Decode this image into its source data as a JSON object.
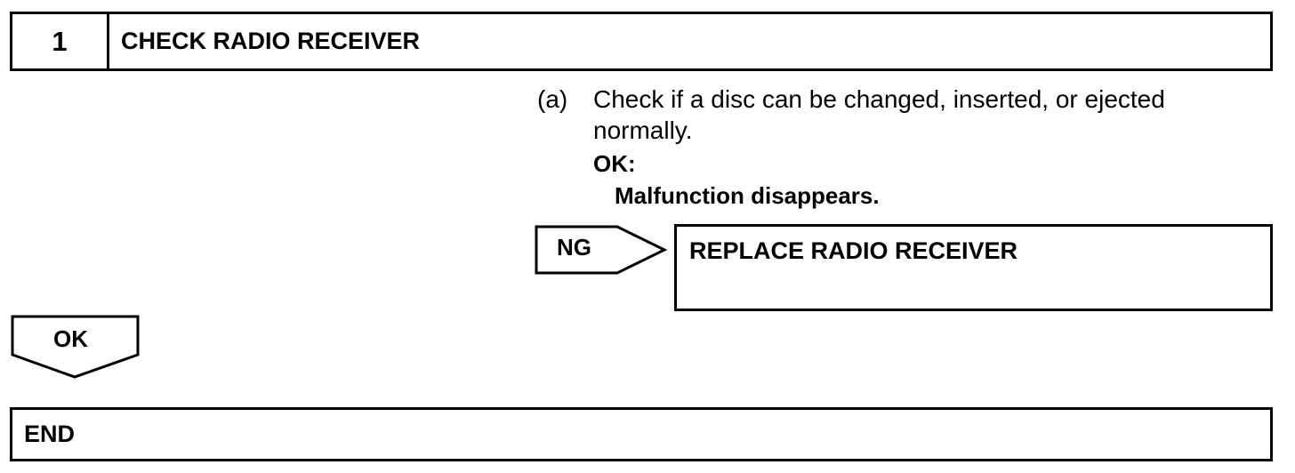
{
  "step": {
    "number": "1",
    "title": "CHECK RADIO RECEIVER"
  },
  "instruction": {
    "label": "(a)",
    "line1": "Check if a disc can be changed, inserted, or ejected",
    "line2": "normally.",
    "ok_label": "OK:",
    "ok_result": "Malfunction disappears."
  },
  "ng_branch": {
    "label": "NG",
    "action": "REPLACE RADIO RECEIVER"
  },
  "ok_branch": {
    "label": "OK"
  },
  "end": {
    "label": "END"
  }
}
